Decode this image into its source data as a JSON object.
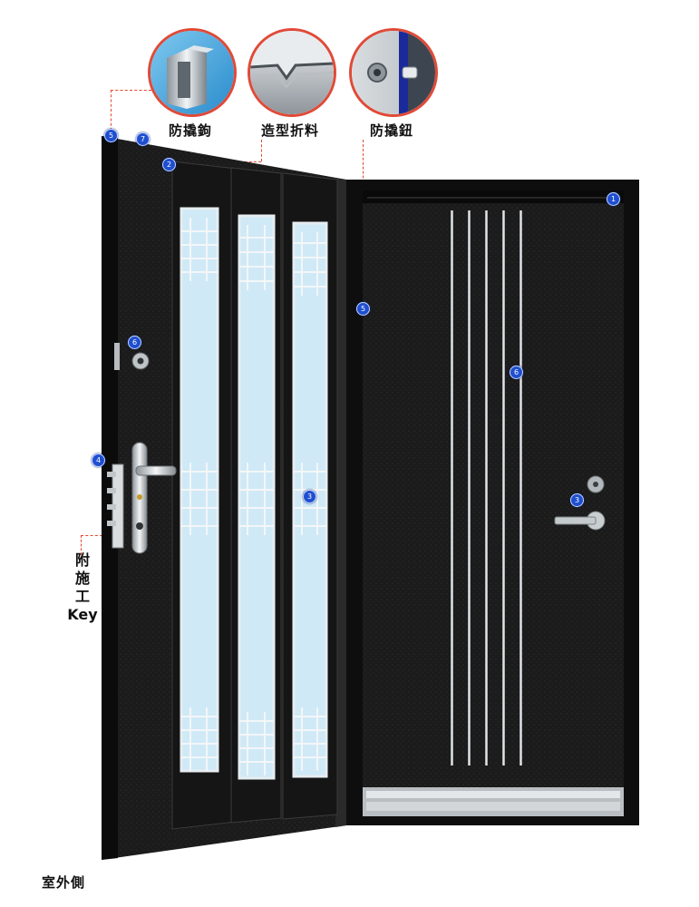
{
  "callouts": {
    "anti_pry_hook": "防撬鉤",
    "shaped_fold": "造型折料",
    "anti_pry_pin": "防撬鈕"
  },
  "markers": [
    "1",
    "2",
    "3",
    "3",
    "4",
    "5",
    "5",
    "6",
    "6",
    "7"
  ],
  "key_note": {
    "line1": "附",
    "line2": "施",
    "line3": "工",
    "line4": "Key"
  },
  "caption": "室外側",
  "colors": {
    "door": "#1a1a1a",
    "frame": "#111111",
    "accent": "#e04a37",
    "glass": "#cfe9f7"
  }
}
